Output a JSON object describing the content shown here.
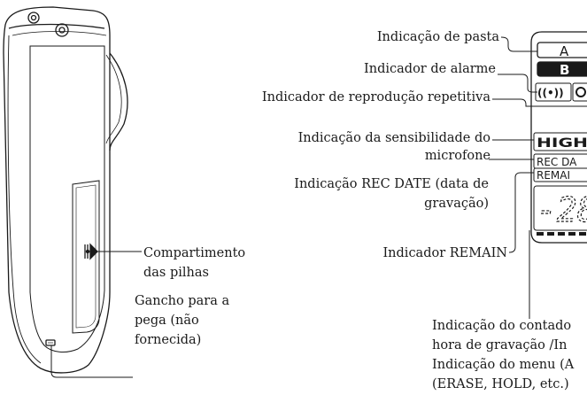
{
  "labels": {
    "folder": "Indicação de pasta",
    "alarm": "Indicador de alarme",
    "repeat": "Indicador de reprodução repetitiva",
    "mic_sens_1": "Indicação da sensibilidade do",
    "mic_sens_2": "microfone",
    "recdate_1": "Indicação REC DATE (data de",
    "recdate_2": "gravação)",
    "remain": "Indicador REMAIN",
    "battery_1": "Compartimento",
    "battery_2": "das pilhas",
    "hook_1": "Gancho para a",
    "hook_2": "pega (não",
    "hook_3": "fornecida)",
    "counter_1": "Indicação do contado",
    "counter_2": "hora de gravação /In",
    "counter_3": "Indicação do menu (A",
    "counter_4": "(ERASE, HOLD, etc.)"
  },
  "display": {
    "folder_a": "A",
    "folder_b": "B",
    "alarm_symbol": "((•))",
    "high": "HIGH",
    "rec_date": "REC DA",
    "remain": "REMAI",
    "digits": "-28"
  }
}
